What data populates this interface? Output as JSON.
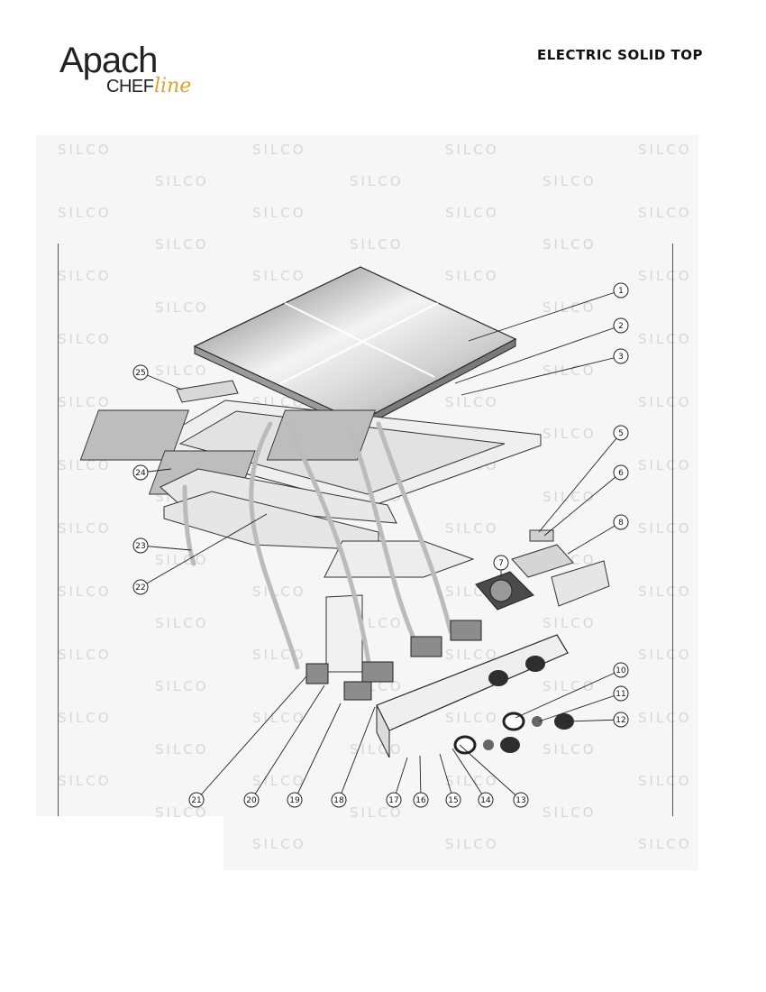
{
  "header": {
    "brand": "Apach",
    "sub_brand": "CHEF",
    "sub_brand_script": "line",
    "title": "ELECTRIC SOLID TOP"
  },
  "watermark": "SILCO",
  "callouts": [
    "1",
    "2",
    "3",
    "5",
    "6",
    "7",
    "8",
    "10",
    "11",
    "12",
    "13",
    "14",
    "15",
    "16",
    "17",
    "18",
    "19",
    "20",
    "21",
    "22",
    "23",
    "24",
    "25"
  ],
  "colors": {
    "brand_accent": "#d9a52a",
    "panel_bg": "#f6f6f6",
    "line": "#222222",
    "watermark": "#d7d7d7"
  }
}
